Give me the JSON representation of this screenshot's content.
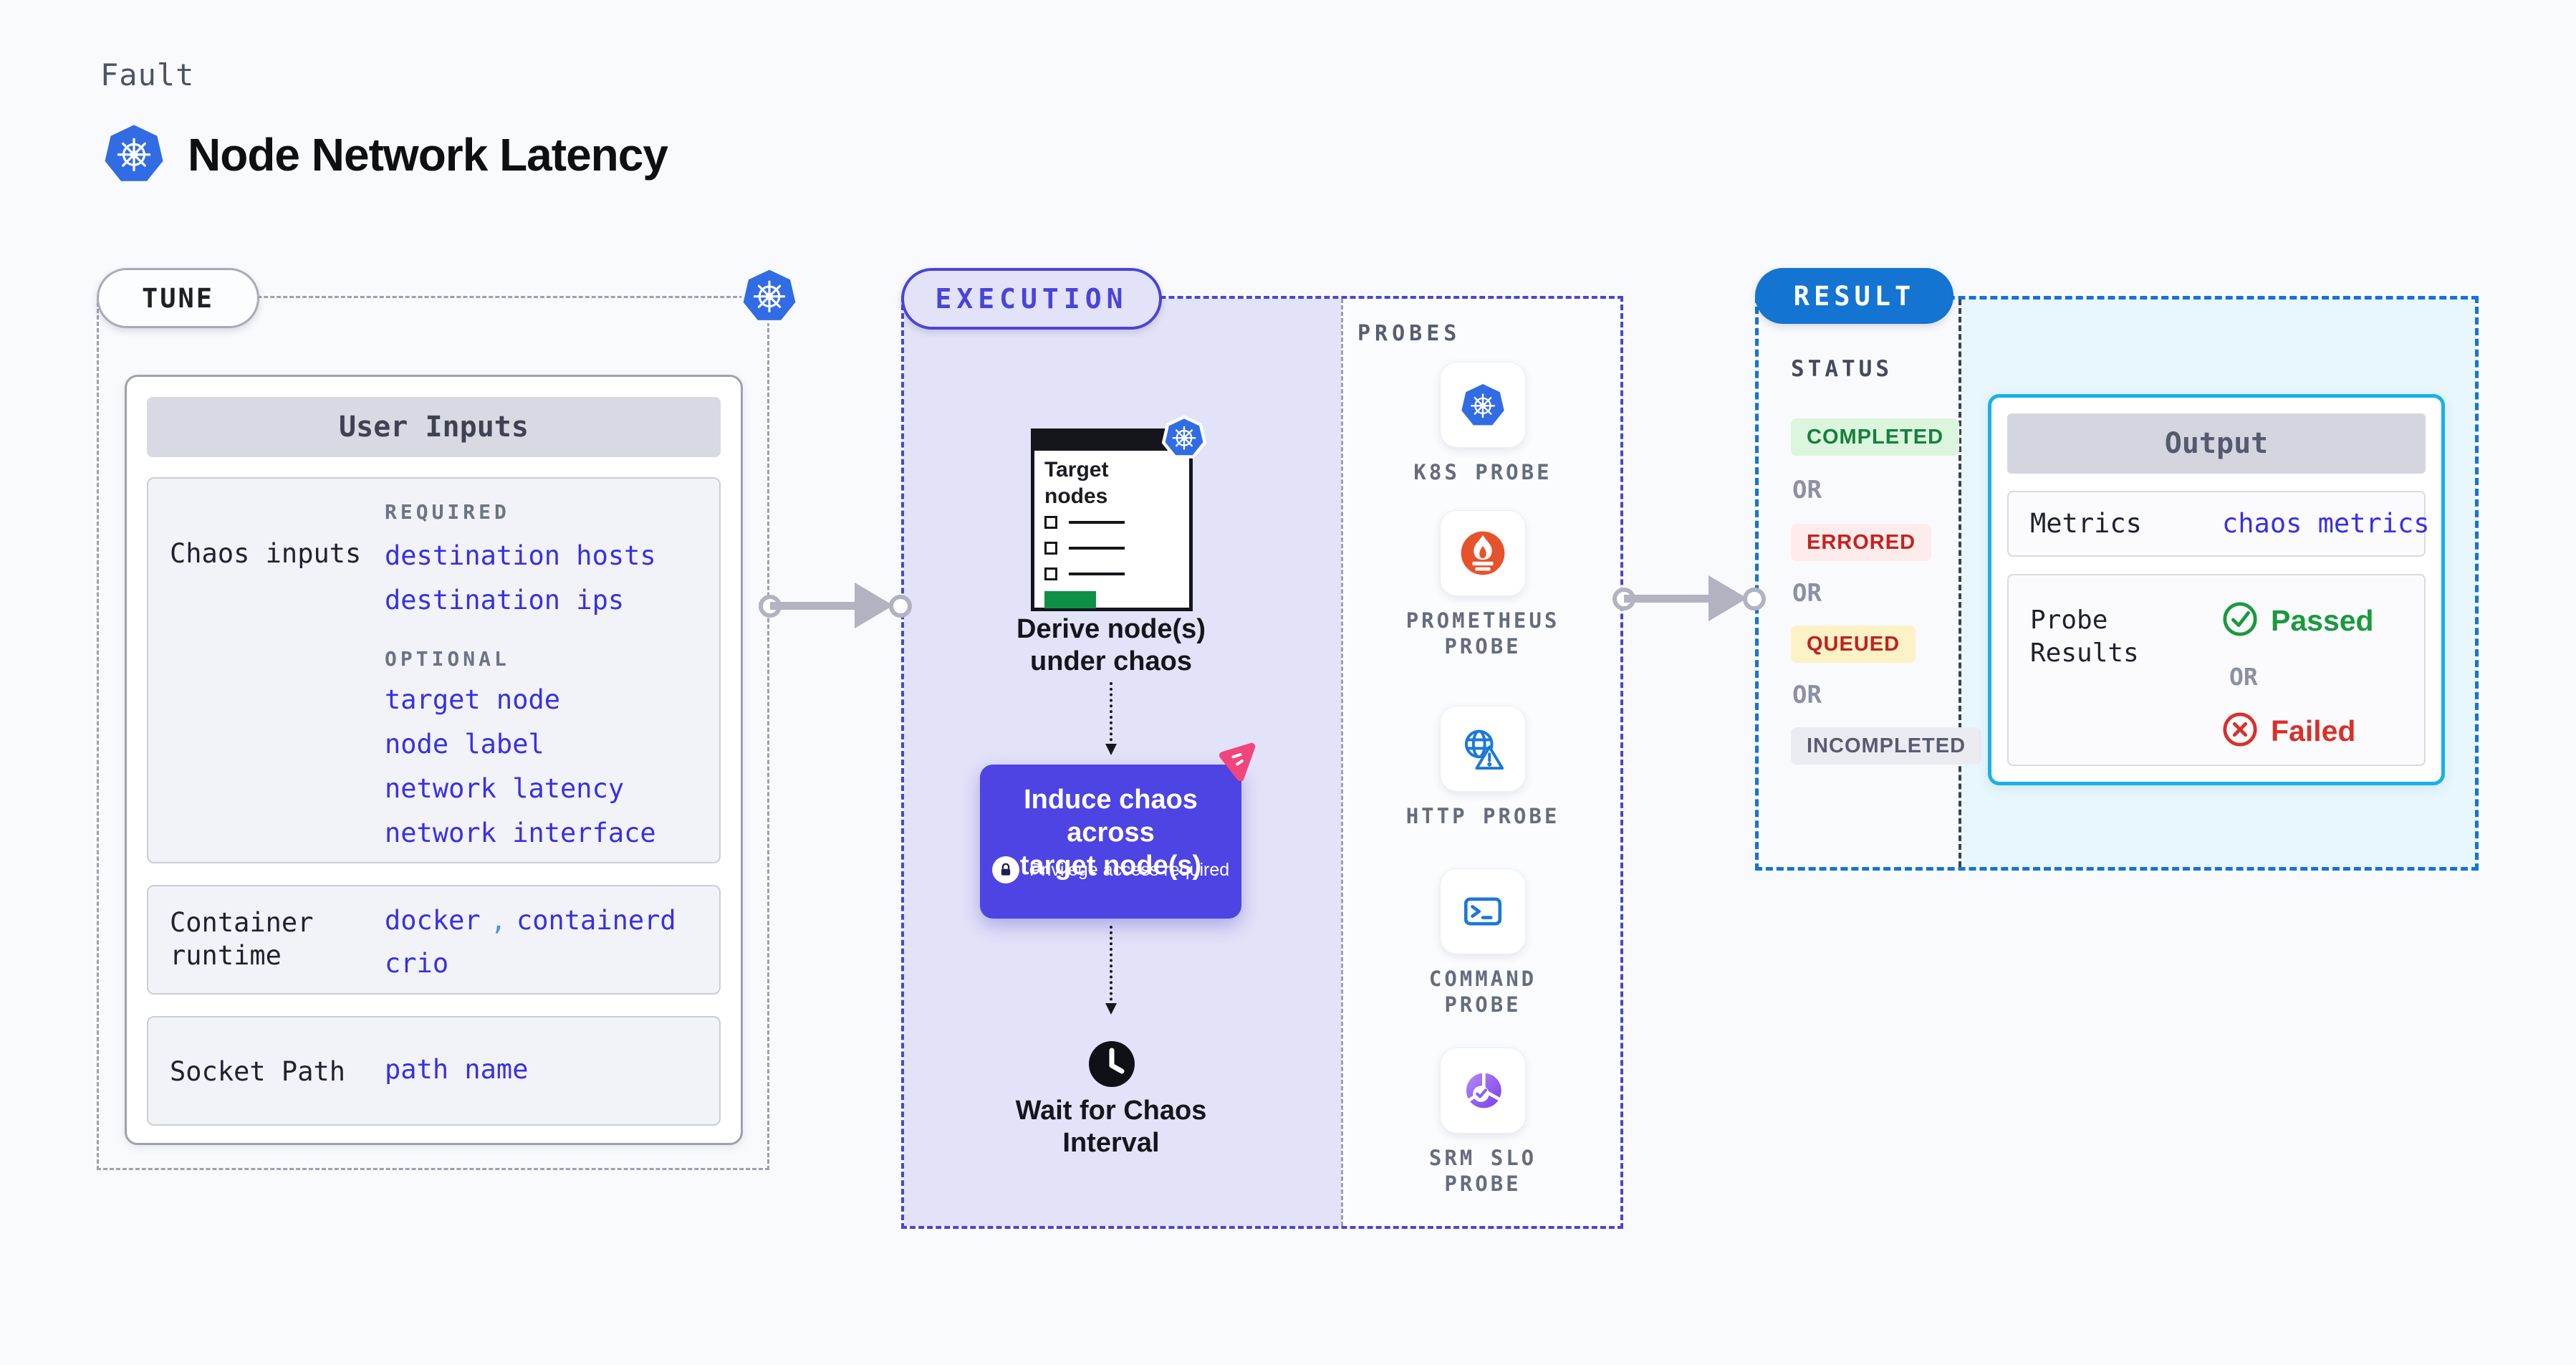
{
  "header": {
    "eyebrow": "Fault",
    "title": "Node Network Latency"
  },
  "colors": {
    "accent_indigo": "#4a43da",
    "link_indigo": "#382fe8",
    "result_blue": "#1374d2",
    "output_border_cyan": "#19b0e7",
    "induce_box": "#4e44e3",
    "kubernetes_blue": "#326ce5",
    "prometheus_orange": "#e6522c",
    "passed_green": "#199a3e",
    "failed_red": "#d9302a",
    "completed_green": "#15803c",
    "errored_red": "#c5221f",
    "queued_amber_bg": "#fdf2c6",
    "page_bg": "#f9fafd",
    "execution_bg": "#e2e2f8",
    "result_panel_bg": "#e8f6fd"
  },
  "tune": {
    "badge": "TUNE",
    "user_inputs_title": "User Inputs",
    "chaos_inputs": {
      "label": "Chaos inputs",
      "required_heading": "REQUIRED",
      "required_links": [
        "destination hosts",
        "destination ips"
      ],
      "optional_heading": "OPTIONAL",
      "optional_links": [
        "target node",
        "node label",
        "network latency",
        "network interface"
      ]
    },
    "container_runtime": {
      "label_line1": "Container",
      "label_line2": "runtime",
      "value1": "docker",
      "separator": ",",
      "value2": "containerd",
      "value3": "crio"
    },
    "socket_path": {
      "label": "Socket Path",
      "value": "path name"
    }
  },
  "execution": {
    "badge": "EXECUTION",
    "target_window": {
      "line1": "Target",
      "line2": "nodes"
    },
    "derive_line1": "Derive node(s)",
    "derive_line2": "under chaos",
    "induce_line1": "Induce chaos across",
    "induce_line2": "target node(s)",
    "privilege_note": "Privilege access required",
    "wait_line1": "Wait for Chaos",
    "wait_line2": "Interval"
  },
  "probes": {
    "heading": "PROBES",
    "items": [
      {
        "icon": "kubernetes-icon",
        "line1": "K8S PROBE",
        "line2": ""
      },
      {
        "icon": "prometheus-icon",
        "line1": "PROMETHEUS",
        "line2": "PROBE"
      },
      {
        "icon": "http-globe-icon",
        "line1": "HTTP PROBE",
        "line2": ""
      },
      {
        "icon": "command-terminal-icon",
        "line1": "COMMAND",
        "line2": "PROBE"
      },
      {
        "icon": "srm-slo-icon",
        "line1": "SRM SLO",
        "line2": "PROBE"
      }
    ]
  },
  "result": {
    "badge": "RESULT",
    "status_heading": "STATUS",
    "or_label": "OR",
    "statuses": [
      {
        "label": "COMPLETED",
        "bg": "#dcf5dd",
        "color": "#15803c"
      },
      {
        "label": "ERRORED",
        "bg": "#fdeceb",
        "color": "#c5221f"
      },
      {
        "label": "QUEUED",
        "bg": "#fdf2c6",
        "color": "#c02120"
      },
      {
        "label": "INCOMPLETED",
        "bg": "#ebecf2",
        "color": "#575c72"
      }
    ],
    "output": {
      "title": "Output",
      "metrics_label": "Metrics",
      "metrics_value": "chaos metrics",
      "probe_results_line1": "Probe",
      "probe_results_line2": "Results",
      "passed_label": "Passed",
      "or_label": "OR",
      "failed_label": "Failed"
    }
  }
}
